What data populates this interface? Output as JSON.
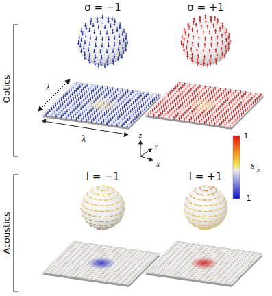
{
  "diagram": {
    "labels": [
      "σ = −1",
      "σ = +1",
      "λ",
      "λ",
      "Optics",
      "z",
      "y",
      "x",
      "1",
      "s",
      "z",
      "-1",
      "l = −1",
      "l = +1",
      "Acoustics"
    ]
  }
}
